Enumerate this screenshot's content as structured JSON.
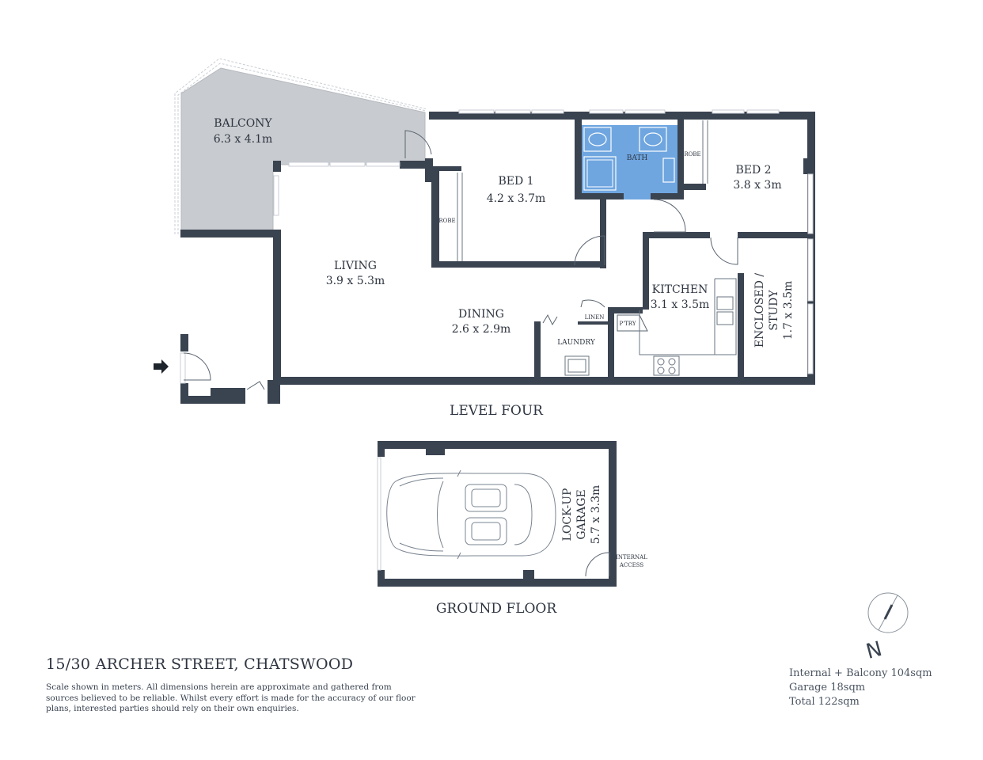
{
  "rooms": {
    "balcony": {
      "name": "BALCONY",
      "dims": "6.3 x 4.1m"
    },
    "bed1": {
      "name": "BED 1",
      "dims": "4.2 x 3.7m"
    },
    "bath": {
      "name": "BATH"
    },
    "robe": "ROBE",
    "bed2": {
      "name": "BED 2",
      "dims": "3.8 x 3m"
    },
    "living": {
      "name": "LIVING",
      "dims": "3.9 x 5.3m"
    },
    "dining": {
      "name": "DINING",
      "dims": "2.6 x 2.9m"
    },
    "kitchen": {
      "name": "KITCHEN",
      "dims": "3.1 x 3.5m"
    },
    "linen": "LINEN",
    "pantry": "P'TRY",
    "laundry": "LAUNDRY",
    "study": {
      "line1": "ENCLOSED /",
      "line2": "STUDY",
      "dims": "1.7 x 3.5m"
    },
    "garage": {
      "line1": "LOCK-UP",
      "line2": "GARAGE",
      "dims": "5.7 x 3.3m"
    },
    "internal_access": {
      "line1": "INTERNAL",
      "line2": "ACCESS"
    }
  },
  "levels": {
    "level_four": "LEVEL FOUR",
    "ground_floor": "GROUND FLOOR"
  },
  "compass": "N",
  "address": "15/30 ARCHER STREET, CHATSWOOD",
  "disclaimer": [
    "Scale shown in meters. All dimensions herein are approximate and gathered from",
    "sources believed to be  reliable. Whilst every effort is made for the accuracy of our floor",
    "plans, interested parties should rely on their own enquiries."
  ],
  "areas": [
    "Internal + Balcony 104sqm",
    "Garage 18sqm",
    "Total 122sqm"
  ],
  "colors": {
    "wall": "#3a4350",
    "balcony_fill": "#c8cbcf",
    "bath_fill": "#6fa6e0"
  },
  "icons": {
    "entry": "entry-arrow-icon",
    "car": "car-icon",
    "compass": "compass-icon"
  }
}
